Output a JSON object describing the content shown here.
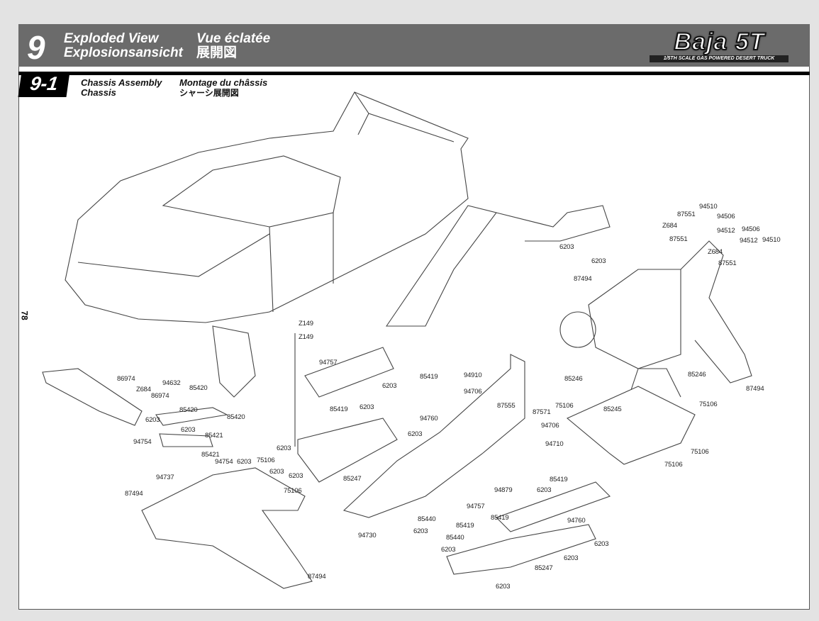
{
  "header": {
    "chapter_number": "9",
    "title_en": "Exploded View",
    "title_fr": "Vue éclatée",
    "title_de": "Explosionsansicht",
    "title_ja": "展開図",
    "logo": "Baja 5T",
    "logo_tagline": "1/5TH SCALE GAS POWERED DESERT TRUCK"
  },
  "section": {
    "number": "9-1",
    "title_en": "Chassis Assembly",
    "title_fr": "Montage du châssis",
    "title_de": "Chassis",
    "title_ja": "シャーシ展開図"
  },
  "page_number": "78",
  "part_labels": [
    "94510",
    "94506",
    "87551",
    "Z684",
    "94512",
    "94506",
    "94512",
    "94510",
    "87551",
    "Z684",
    "87551",
    "6203",
    "6203",
    "87494",
    "87494",
    "85246",
    "85246",
    "75106",
    "85245",
    "75106",
    "75106",
    "75106",
    "Z149",
    "Z149",
    "94757",
    "85419",
    "6203",
    "85419",
    "6203",
    "94760",
    "94910",
    "94706",
    "87555",
    "87571",
    "94706",
    "94710",
    "6203",
    "6203",
    "85247",
    "6203",
    "75106",
    "94879",
    "6203",
    "85419",
    "94757",
    "85419",
    "85419",
    "94760",
    "85440",
    "6203",
    "94730",
    "85440",
    "6203",
    "6203",
    "6203",
    "85247",
    "6203",
    "86974",
    "Z684",
    "94632",
    "85420",
    "86974",
    "85420",
    "85420",
    "6203",
    "6203",
    "85421",
    "94754",
    "85421",
    "94754",
    "6203",
    "75106",
    "6203",
    "94737",
    "87494",
    "87494"
  ]
}
